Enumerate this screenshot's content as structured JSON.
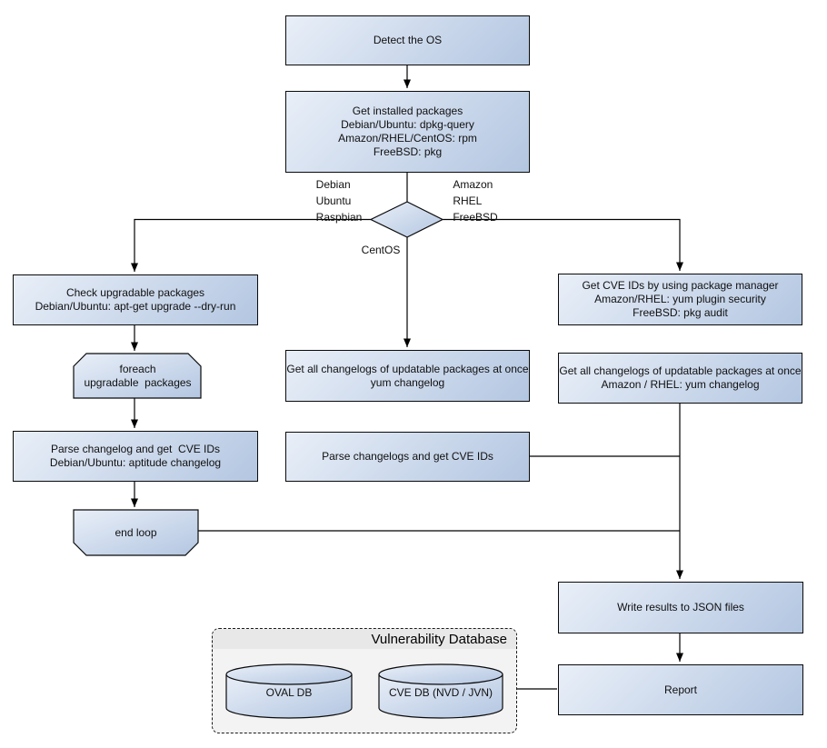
{
  "colors": {
    "node_gradient_start": "#e9eff8",
    "node_gradient_end": "#b3c6e1",
    "node_border": "#0a0a0a",
    "line_color": "#000000",
    "container_band": "#e8e8e8",
    "container_body": "#f3f3f3",
    "container_border": "#1a1a1a",
    "text": "#101010"
  },
  "nodes": {
    "detect_os": "Detect the OS",
    "get_installed_packages": "Get installed packages\nDebian/Ubuntu: dpkg-query\nAmazon/RHEL/CentOS: rpm\nFreeBSD: pkg",
    "check_upgradable": "Check upgradable packages\nDebian/Ubuntu: apt-get upgrade --dry-run",
    "foreach_loop": "foreach\nupgradable  packages",
    "parse_changelog_debian": "Parse changelog and get  CVE IDs\nDebian/Ubuntu: aptitude changelog",
    "end_loop": "end loop",
    "get_changelogs_centos": "Get all changelogs of updatable packages at once\nyum changelog",
    "parse_changelogs_centos": "Parse changelogs and get CVE IDs",
    "get_cve_ids_pkg_manager": "Get CVE IDs by using package manager\nAmazon/RHEL: yum plugin security\nFreeBSD: pkg audit",
    "get_changelogs_amazon_rhel": "Get all changelogs of updatable packages at once\nAmazon / RHEL: yum changelog",
    "write_results": "Write results to JSON files",
    "report": "Report",
    "oval_db": "OVAL DB",
    "cve_db": "CVE DB (NVD / JVN)"
  },
  "edge_labels": {
    "debian_branch": "Debian\nUbuntu\nRaspbian",
    "amazon_branch": "Amazon\nRHEL\nFreeBSD",
    "centos_branch": "CentOS"
  },
  "container": {
    "title": "Vulnerability Database"
  }
}
